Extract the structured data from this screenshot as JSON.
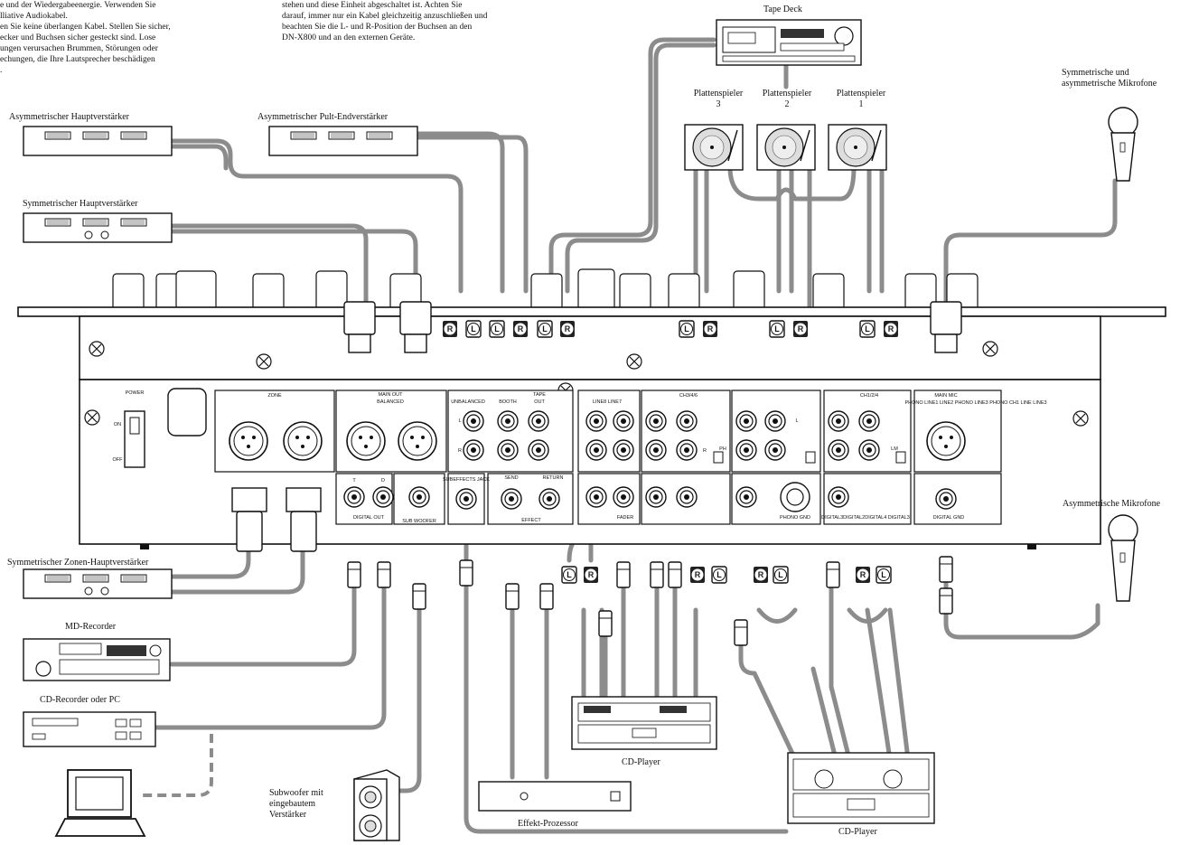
{
  "notes": {
    "left": [
      "e und der Wiedergabeenergie. Verwenden Sie",
      "lliative Audiokabel.",
      "en Sie keine überlangen Kabel. Stellen Sie sicher,",
      "ecker und Buchsen sicher gesteckt sind. Lose",
      "ungen verursachen Brummen, Störungen oder",
      "echungen, die Ihre Lautsprecher beschädigen",
      "."
    ],
    "top": [
      "stehen und diese Einheit abgeschaltet ist. Achten Sie",
      "darauf, immer nur ein Kabel gleichzeitig anzuschließen und",
      "beachten Sie die L- und R-Position der Buchsen an den",
      "DN-X800 und an den externen Geräte."
    ]
  },
  "devices": {
    "tape_deck": "Tape Deck",
    "turntable_3": [
      "Plattenspieler",
      "3"
    ],
    "turntable_2": [
      "Plattenspieler",
      "2"
    ],
    "turntable_1": [
      "Plattenspieler",
      "1"
    ],
    "mic_balanced": [
      "Symmetrische und",
      "asymmetrische Mikrofone"
    ],
    "mic_unbalanced": "Asymmetrische Mikrofone",
    "amp_asym_main": "Asymmetrischer Hauptverstärker",
    "amp_asym_booth": "Asymmetrischer Pult-Endverstärker",
    "amp_sym_main": "Symmetrischer Hauptverstärker",
    "amp_sym_zone": "Symmetrischer Zonen-Hauptverstärker",
    "md_recorder": "MD-Recorder",
    "cd_recorder": "CD-Recorder oder PC",
    "subwoofer": [
      "Subwoofer mit",
      "eingebautem",
      "Verstärker"
    ],
    "effects": "Effekt-Prozessor",
    "cd_player_1": "CD-Player",
    "cd_player_2": "CD-Player"
  },
  "panel": {
    "power": "POWER",
    "on": "ON",
    "off": "OFF",
    "zone": "ZONE",
    "main_out": "MAIN OUT",
    "balanced": "BALANCED",
    "unbalanced": "UNBALANCED",
    "booth": "BOOTH",
    "tape_out": [
      "TAPE",
      "OUT"
    ],
    "line_line7": "LINE8 LINE7",
    "ch_mid": "CH3/4/6",
    "ch_right": "CH1/2/4",
    "mic_label": "MAIN MIC",
    "mic_sub": "PHONO LINE1 LINE2 PHONO LINE3 PHONO CH1 LINE LINE3",
    "digital_out": "DIGITAL OUT",
    "subwoofer": "SUB WOOFER",
    "send": "SEND",
    "return": "RETURN",
    "effect": "EFFECT",
    "fader": "FADER",
    "phono_gnd": "PHONO GND",
    "digital_inputs": "DIGITAL3DIGITAL2DIGITAL4 DIGITAL3",
    "digital_gnd": "DIGITAL GND",
    "t": "T",
    "d": "D",
    "l": "L",
    "r": "R",
    "lm": "LM",
    "ph": "PH",
    "sj_jack": "SUBEFFECTS JACK"
  },
  "connectors": {
    "r": "R",
    "l": "L"
  }
}
